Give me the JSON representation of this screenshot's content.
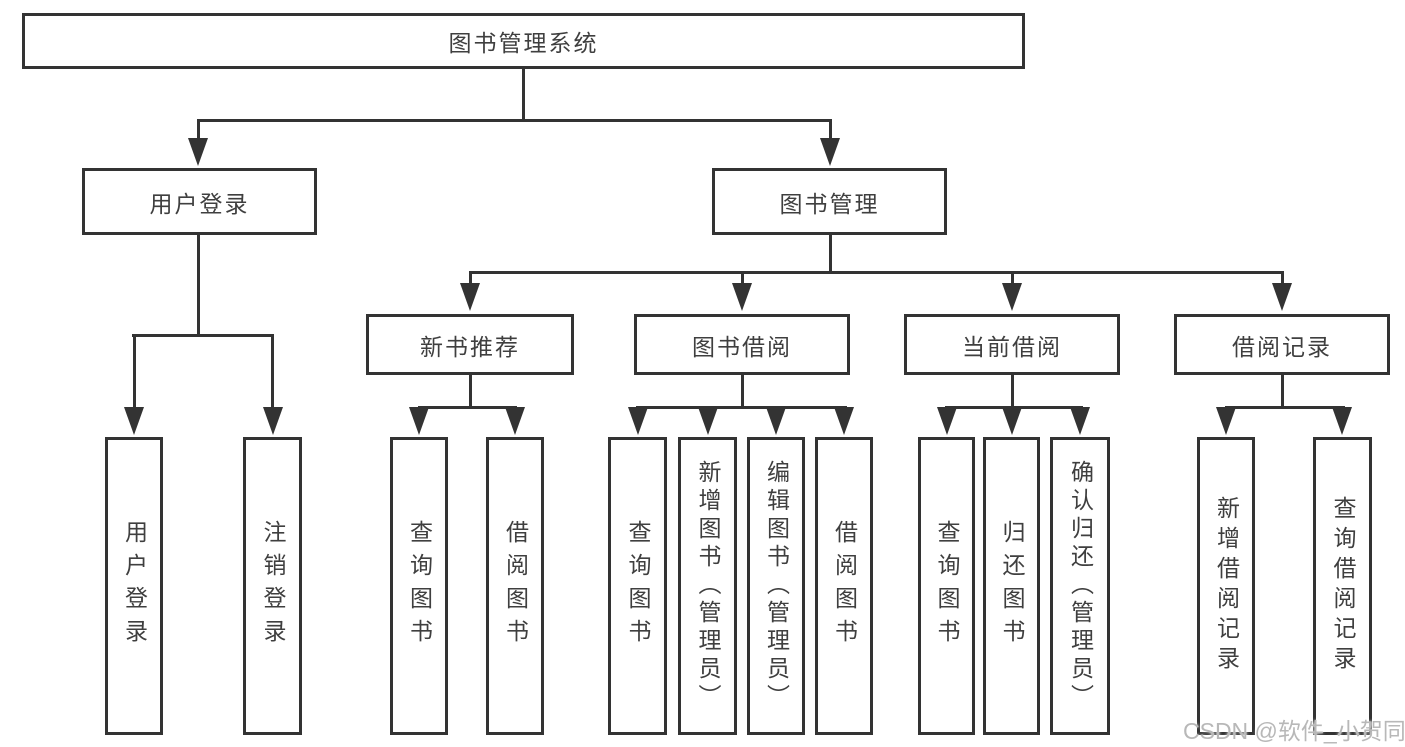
{
  "watermark": "CSDN @软件_小贺同学",
  "colors": {
    "line": "#333333",
    "text": "#3f3f3f",
    "background": "#ffffff",
    "watermark": "#b8b8b8"
  },
  "tree": {
    "label": "图书管理系统",
    "children": [
      {
        "label": "用户登录",
        "children": [
          {
            "label": "用户登录"
          },
          {
            "label": "注销登录"
          }
        ]
      },
      {
        "label": "图书管理",
        "children": [
          {
            "label": "新书推荐",
            "children": [
              {
                "label": "查询图书"
              },
              {
                "label": "借阅图书"
              }
            ]
          },
          {
            "label": "图书借阅",
            "children": [
              {
                "label": "查询图书"
              },
              {
                "label": "新增图书（管理员）"
              },
              {
                "label": "编辑图书（管理员）"
              },
              {
                "label": "借阅图书"
              }
            ]
          },
          {
            "label": "当前借阅",
            "children": [
              {
                "label": "查询图书"
              },
              {
                "label": "归还图书"
              },
              {
                "label": "确认归还（管理员）"
              }
            ]
          },
          {
            "label": "借阅记录",
            "children": [
              {
                "label": "新增借阅记录"
              },
              {
                "label": "查询借阅记录"
              }
            ]
          }
        ]
      }
    ]
  }
}
